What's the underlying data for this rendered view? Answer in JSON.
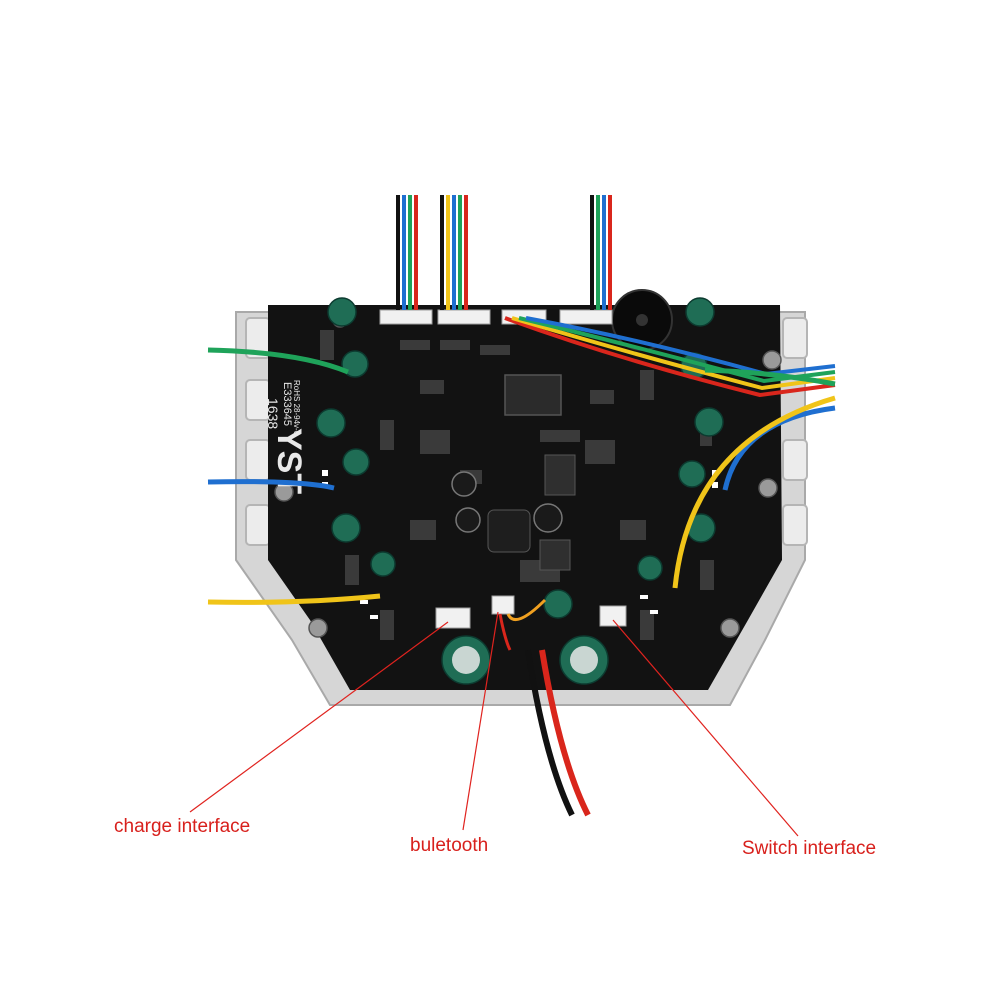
{
  "labels": {
    "charge": "charge interface",
    "bluetooth": "buletooth",
    "switch": "Switch interface"
  },
  "pcb_silkscreen": {
    "brand": "YST",
    "cert": "E333645",
    "rohs": "RoHS 28-94v-0",
    "date": "1638"
  },
  "colors": {
    "label": "#d8201c",
    "leader": "#e0231f",
    "pcb": "#121212",
    "heatsink": "#d9d9d9",
    "wire_green": "#1fa35a",
    "wire_blue": "#1f6fd0",
    "wire_yellow": "#f0c419",
    "wire_red": "#d9261c"
  }
}
